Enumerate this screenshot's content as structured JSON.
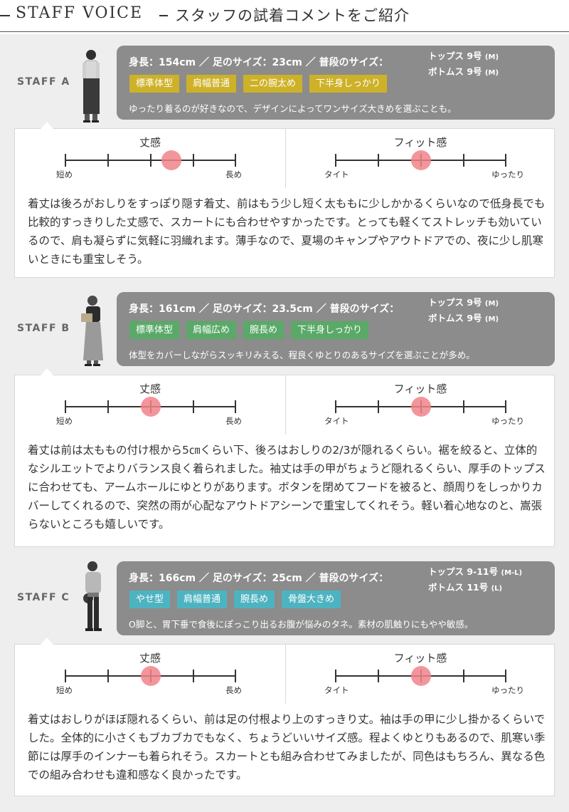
{
  "header": {
    "title_en": "STAFF VOICE",
    "title_jp": "スタッフの試着コメントをご紹介"
  },
  "meter_labels": {
    "length_title": "丈感",
    "length_min": "短め",
    "length_max": "長め",
    "fit_title": "フィット感",
    "fit_min": "タイト",
    "fit_max": "ゆったり"
  },
  "staff": [
    {
      "label": "STAFF A",
      "specs": "身長：154cm ／ 足のサイズ：23cm ／ 普段のサイズ：",
      "tops": "トップス 9号",
      "tops_size": "(M)",
      "bottoms": "ボトムス 9号",
      "bottoms_size": "(M)",
      "tags": [
        "標準体型",
        "肩幅普通",
        "二の腕太め",
        "下半身しっかり"
      ],
      "tag_color": "#cdb128",
      "comment": "ゆったり着るのが好きなので、デザインによってワンサイズ大きめを選ぶことも。",
      "length_level": 0.625,
      "fit_level": 0.5,
      "body": "着丈は後ろがおしりをすっぽり隠す着丈、前はもう少し短く太ももに少しかかるくらいなので低身長でも比較的すっきりした丈感で、スカートにも合わせやすかったです。とっても軽くてストレッチも効いているので、肩も凝らずに気軽に羽織れます。薄手なので、夏場のキャンプやアウトドアでの、夜に少し肌寒いときにも重宝しそう。"
    },
    {
      "label": "STAFF B",
      "specs": "身長：161cm ／ 足のサイズ：23.5cm ／ 普段のサイズ：",
      "tops": "トップス 9号",
      "tops_size": "(M)",
      "bottoms": "ボトムス 9号",
      "bottoms_size": "(M)",
      "tags": [
        "標準体型",
        "肩幅広め",
        "腕長め",
        "下半身しっかり"
      ],
      "tag_color": "#5aa968",
      "comment": "体型をカバーしながらスッキリみえる、程良くゆとりのあるサイズを選ぶことが多め。",
      "length_level": 0.5,
      "fit_level": 0.5,
      "body": "着丈は前は太ももの付け根から5㎝くらい下、後ろはおしりの2/3が隠れるくらい。裾を絞ると、立体的なシルエットでよりバランス良く着られました。袖丈は手の甲がちょうど隠れるくらい、厚手のトップスに合わせても、アームホールにゆとりがあります。ボタンを閉めてフードを被ると、顔周りをしっかりカバーしてくれるので、突然の雨が心配なアウトドアシーンで重宝してくれそう。軽い着心地なのと、嵩張らないところも嬉しいです。"
    },
    {
      "label": "STAFF C",
      "specs": "身長：166cm ／ 足のサイズ：25cm ／ 普段のサイズ：",
      "tops": "トップス 9-11号",
      "tops_size": "(M-L)",
      "bottoms": "ボトムス 11号",
      "bottoms_size": "(L)",
      "tags": [
        "やせ型",
        "肩幅普通",
        "腕長め",
        "骨盤大きめ"
      ],
      "tag_color": "#4eb3c1",
      "comment": "O脚と、胃下垂で食後にぽっこり出るお腹が悩みのタネ。素材の肌触りにもやや敏感。",
      "length_level": 0.5,
      "fit_level": 0.5,
      "body": "着丈はおしりがほぼ隠れるくらい、前は足の付根より上のすっきり丈。袖は手の甲に少し掛かるくらいでした。全体的に小さくもブカブカでもなく、ちょうどいいサイズ感。程よくゆとりもあるので、肌寒い季節には厚手のインナーも着られそう。スカートとも組み合わせてみましたが、同色はもちろん、異なる色での組み合わせも違和感なく良かったです。"
    }
  ]
}
